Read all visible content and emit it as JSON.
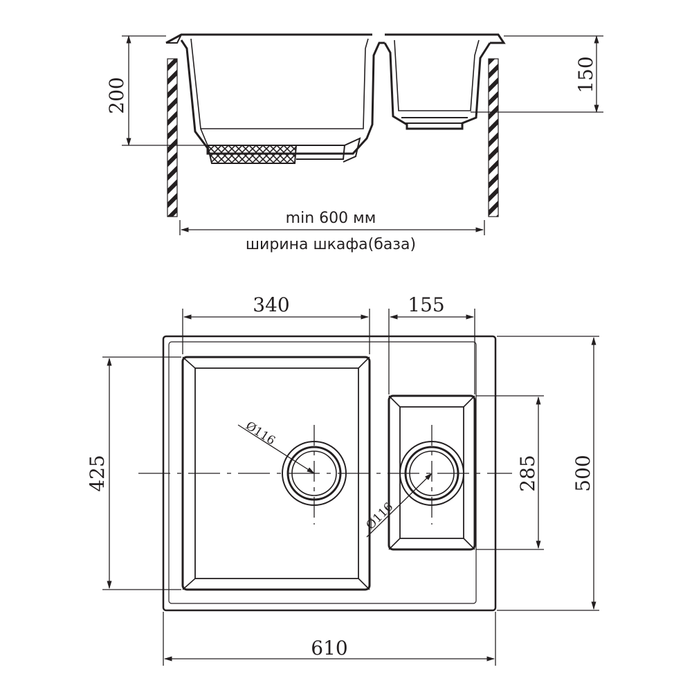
{
  "section_view": {
    "depth_large_bowl": "200",
    "depth_small_bowl": "150",
    "cabinet_min_width": "min 600 мм",
    "cabinet_caption": "ширина шкафа(база)"
  },
  "plan_view": {
    "width_large_bowl": "340",
    "width_small_bowl": "155",
    "height_large_bowl": "425",
    "height_small_bowl": "285",
    "overall_height": "500",
    "overall_width": "610",
    "drain_large": "Ø116",
    "drain_small": "Ø116"
  },
  "colors": {
    "line": "#231f20",
    "hatch_wall": "#231f20",
    "background": "#ffffff"
  }
}
